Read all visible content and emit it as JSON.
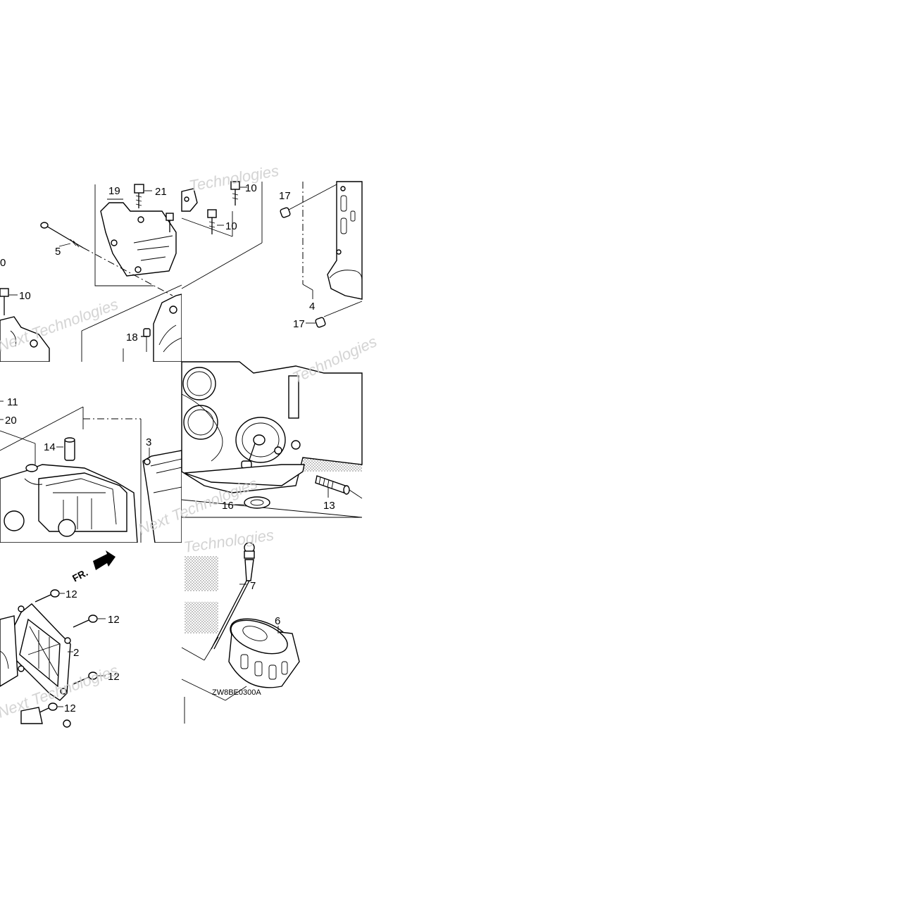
{
  "diagram": {
    "code": "ZW8BE0300A",
    "direction_label": "FR.",
    "watermark": "Next Technologies",
    "callouts": [
      "0",
      "2",
      "3",
      "4",
      "5",
      "6",
      "7",
      "10",
      "10",
      "10",
      "11",
      "12",
      "12",
      "12",
      "12",
      "13",
      "14",
      "16",
      "17",
      "17",
      "18",
      "19",
      "20",
      "21"
    ]
  }
}
